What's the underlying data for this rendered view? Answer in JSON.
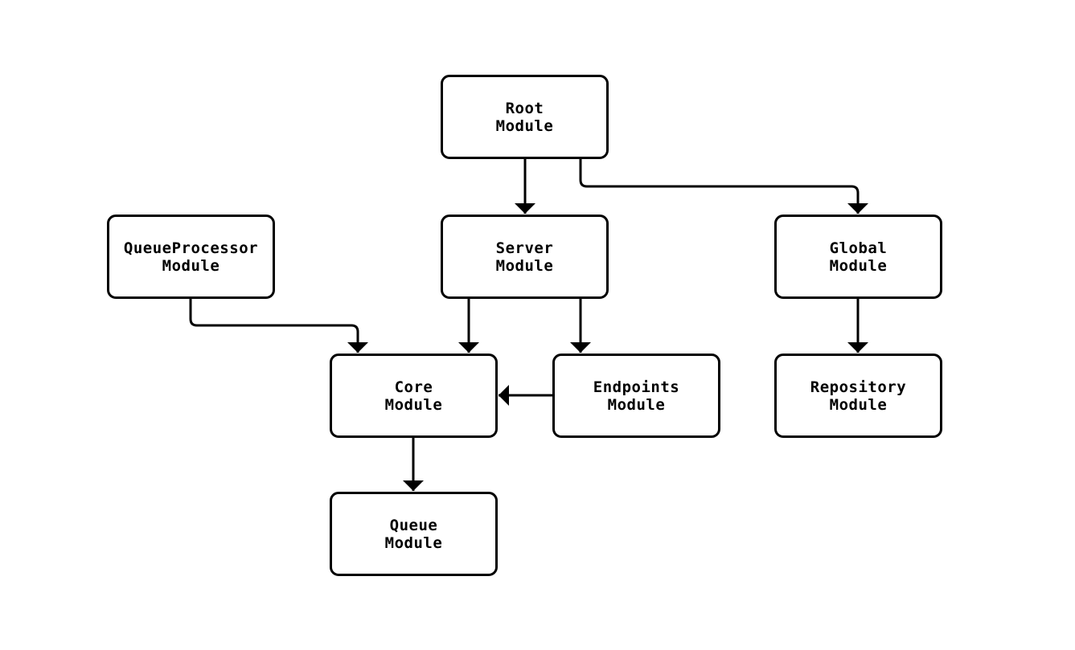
{
  "diagram": {
    "type": "dependency-graph",
    "colors": {
      "background": "#ffffff",
      "stroke": "#000000",
      "node_fill": "#ffffff",
      "text": "#000000"
    },
    "nodes": [
      {
        "id": "root-module",
        "label": "Root\nModule"
      },
      {
        "id": "queueprocessor-module",
        "label": "QueueProcessor\nModule"
      },
      {
        "id": "server-module",
        "label": "Server\nModule"
      },
      {
        "id": "global-module",
        "label": "Global\nModule"
      },
      {
        "id": "core-module",
        "label": "Core\nModule"
      },
      {
        "id": "endpoints-module",
        "label": "Endpoints\nModule"
      },
      {
        "id": "repository-module",
        "label": "Repository\nModule"
      },
      {
        "id": "queue-module",
        "label": "Queue\nModule"
      }
    ],
    "edges": [
      {
        "from": "root-module",
        "to": "server-module"
      },
      {
        "from": "root-module",
        "to": "global-module"
      },
      {
        "from": "queueprocessor-module",
        "to": "core-module"
      },
      {
        "from": "server-module",
        "to": "core-module"
      },
      {
        "from": "server-module",
        "to": "endpoints-module"
      },
      {
        "from": "endpoints-module",
        "to": "core-module"
      },
      {
        "from": "global-module",
        "to": "repository-module"
      },
      {
        "from": "core-module",
        "to": "queue-module"
      }
    ]
  }
}
